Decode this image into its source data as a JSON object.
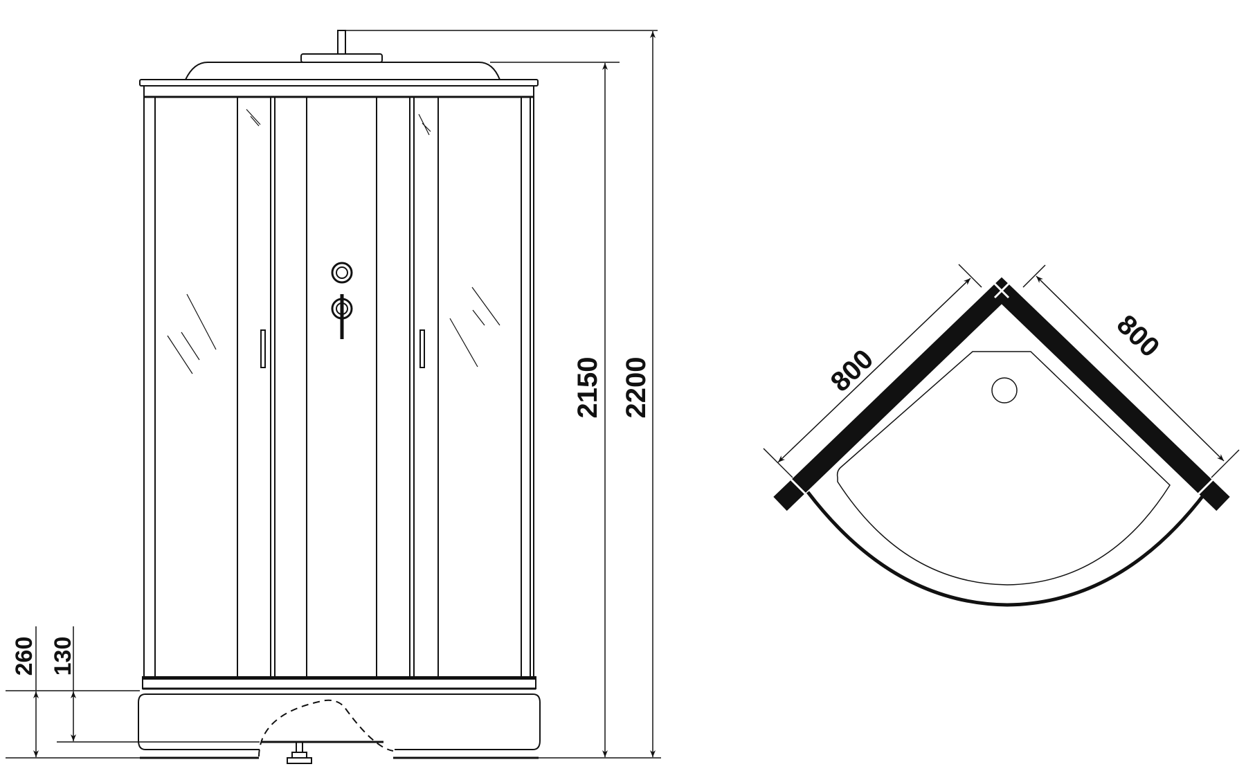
{
  "front_view": {
    "dimensions": {
      "height_roof": "2150",
      "height_total": "2200",
      "tray_height": "260",
      "tray_inner_height": "130"
    }
  },
  "plan_view": {
    "dimensions": {
      "side_left": "800",
      "side_right": "800"
    }
  },
  "colors": {
    "line": "#111111",
    "background": "#ffffff"
  }
}
